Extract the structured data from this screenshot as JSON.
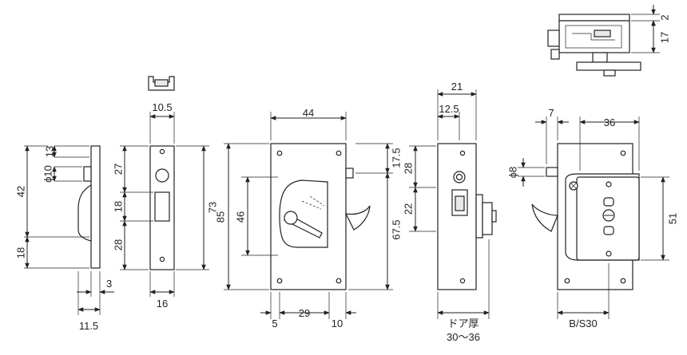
{
  "dimensions": {
    "side_left": {
      "d13": "13",
      "d10": "ϕ10",
      "d42": "42",
      "d18": "18",
      "d3": "3",
      "d11_5": "11.5"
    },
    "strike_plate": {
      "d10_5": "10.5",
      "d27": "27",
      "d18": "18",
      "d28": "28",
      "d73": "73",
      "d16": "16"
    },
    "front_body": {
      "d44": "44",
      "d85": "85",
      "d46": "46",
      "d17_5": "17.5",
      "d67_5": "67.5",
      "d5": "5",
      "d29": "29",
      "d10": "10"
    },
    "side_section": {
      "d21": "21",
      "d12_5": "12.5",
      "d28": "28",
      "d22": "22",
      "door_thickness_label": "ドア厚",
      "door_thickness_range": "30～36"
    },
    "back_view": {
      "d7": "7",
      "d36": "36",
      "d8": "ϕ8",
      "d51": "51",
      "bs_label": "B/S30"
    },
    "top_view": {
      "d2": "2",
      "d17": "17"
    }
  },
  "colors": {
    "line": "#222222",
    "fill_light": "#e9e9e9",
    "background": "#ffffff"
  }
}
